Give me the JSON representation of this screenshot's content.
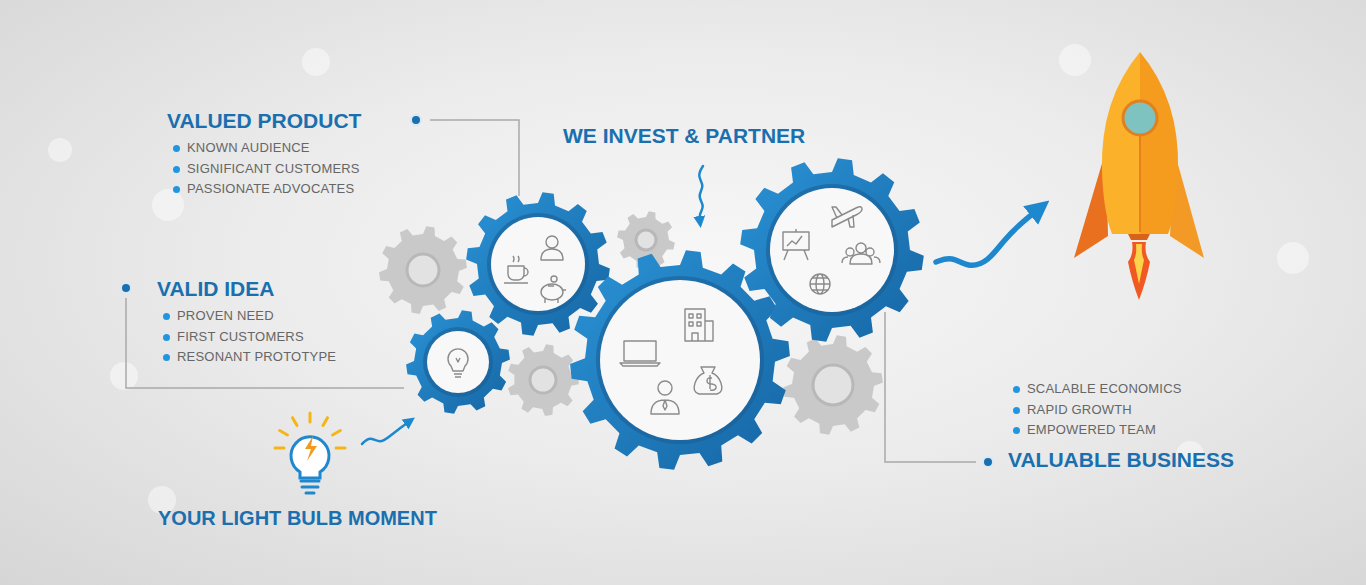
{
  "diagram": {
    "labels": [
      "VALUED PRODUCT",
      "KNOWN AUDIENCE",
      "SIGNIFICANT CUSTOMERS",
      "PASSIONATE ADVOCATES",
      "WE INVEST & PARTNER",
      "VALID IDEA",
      "PROVEN NEED",
      "FIRST CUSTOMERS",
      "RESONANT PROTOTYPE",
      "SCALABLE ECONOMICS",
      "RAPID GROWTH",
      "EMPOWERED TEAM",
      "VALUABLE BUSINESS",
      "YOUR LIGHT BULB MOMENT"
    ]
  }
}
